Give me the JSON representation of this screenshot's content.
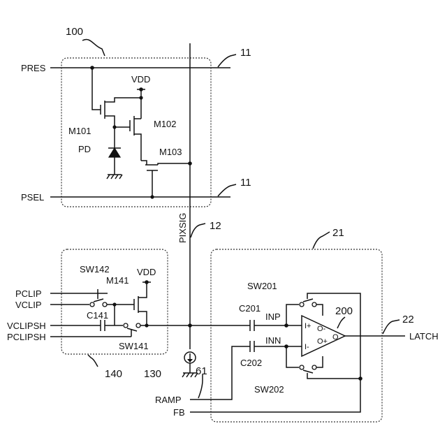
{
  "labels": {
    "block_pixel": "100",
    "block_clip": "140",
    "block_comp": "21",
    "row_line": "11",
    "row_line_2": "11",
    "col_line": "12",
    "latch_ref": "22",
    "current_source": "130",
    "node61": "61",
    "comparator": "200",
    "pres": "PRES",
    "psel": "PSEL",
    "vdd_pixel": "VDD",
    "vdd_clip": "VDD",
    "m101": "M101",
    "m102": "M102",
    "m103": "M103",
    "pd": "PD",
    "pixsig": "PIXSIG",
    "sw142": "SW142",
    "m141": "M141",
    "pclip": "PCLIP",
    "vclip": "VCLIP",
    "c141": "C141",
    "vclipsh": "VCLIPSH",
    "pclipsh": "PCLIPSH",
    "sw141": "SW141",
    "sw201": "SW201",
    "sw202": "SW202",
    "c201": "C201",
    "c202": "C202",
    "inp": "INP",
    "inn": "INN",
    "iplus": "I+",
    "iminus": "I-",
    "ominus": "O-",
    "oplus": "O+",
    "o": "O",
    "latch": "LATCH",
    "ramp": "RAMP",
    "fb": "FB"
  }
}
